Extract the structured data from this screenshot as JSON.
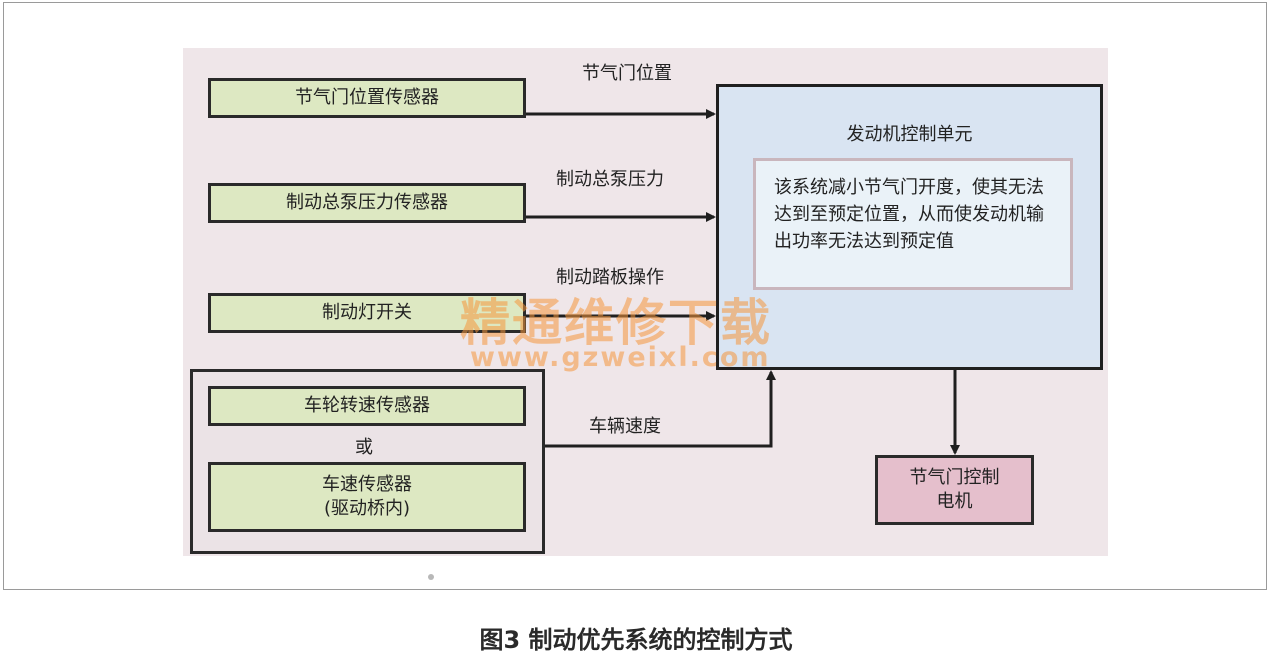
{
  "sensors": {
    "throttle_sensor": "节气门位置传感器",
    "master_cyl_sensor": "制动总泵压力传感器",
    "brake_light_switch": "制动灯开关",
    "wheel_speed_sensor": "车轮转速传感器",
    "or_text": "或",
    "vehicle_speed_sensor_line1": "车速传感器",
    "vehicle_speed_sensor_line2": "(驱动桥内)"
  },
  "signals": {
    "throttle_position": "节气门位置",
    "master_cyl_pressure": "制动总泵压力",
    "brake_pedal_operation": "制动踏板操作",
    "vehicle_speed": "车辆速度"
  },
  "ecu": {
    "title": "发动机控制单元",
    "description": "该系统减小节气门开度，使其无法达到至预定位置，从而使发动机输出功率无法达到预定值"
  },
  "actuator": {
    "line1": "节气门控制",
    "line2": "电机"
  },
  "watermark": {
    "cn": "精通维修下载",
    "url": "www.gzweixl.com"
  },
  "caption": "图3 制动优先系统的控制方式",
  "colors": {
    "sensor_fill": "#dde8c2",
    "ecu_fill": "#d9e4f2",
    "actuator_fill": "#e5bfcc",
    "watermark": "#f4963c"
  }
}
